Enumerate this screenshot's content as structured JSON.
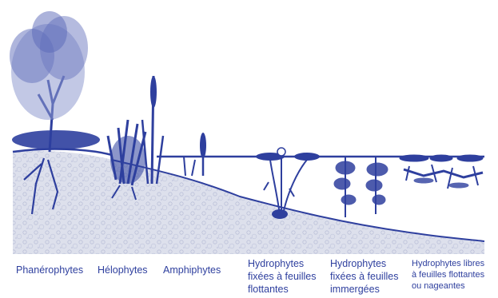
{
  "labels": {
    "phanerophytes": "Phanérophytes",
    "helophytes": "Hélophytes",
    "amphiphytes": "Amphiphytes",
    "hydro_fixees_flottantes": [
      "Hydrophytes",
      "fixées à feuilles",
      "flottantes"
    ],
    "hydro_fixees_immergees": [
      "Hydrophytes",
      "fixées à feuilles",
      "immergées"
    ],
    "hydro_libres": [
      "Hydrophytes libres",
      "à feuilles flottantes",
      "ou nageantes"
    ]
  },
  "colors": {
    "ink": "#2e3f9e",
    "soil": "#d7dbe9",
    "soil_dots": "#b7bdd6",
    "water": "#ffffff"
  }
}
